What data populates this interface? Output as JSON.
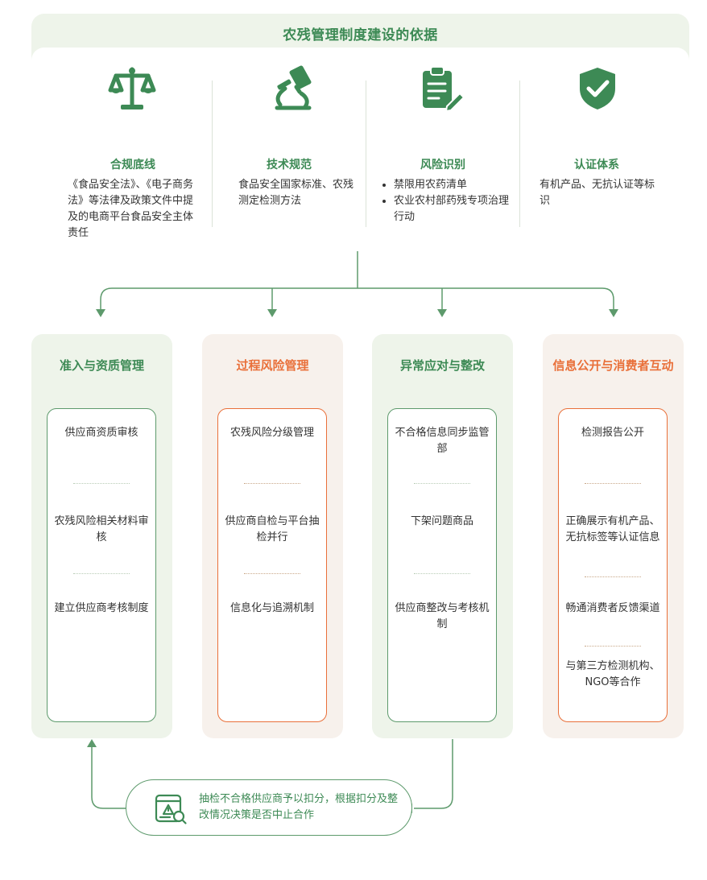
{
  "header": {
    "title": "农残管理制度建设的依据"
  },
  "basis": [
    {
      "icon": "scales-icon",
      "title": "合规底线",
      "text": "《食品安全法》、《电子商务法》等法律及政策文件中提及的电商平台食品安全主体责任"
    },
    {
      "icon": "microscope-icon",
      "title": "技术规范",
      "text": "食品安全国家标准、农残测定检测方法"
    },
    {
      "icon": "clipboard-icon",
      "title": "风险识别",
      "bullets": [
        "禁限用农药清单",
        "农业农村部药残专项治理行动"
      ]
    },
    {
      "icon": "shield-check-icon",
      "title": "认证体系",
      "text": "有机产品、无抗认证等标识"
    }
  ],
  "cards": [
    {
      "title": "准入与资质管理",
      "theme": "green",
      "items": [
        "供应商资质审核",
        "农残风险相关材料审核",
        "建立供应商考核制度"
      ]
    },
    {
      "title": "过程风险管理",
      "theme": "orange",
      "items": [
        "农残风险分级管理",
        "供应商自检与平台抽检并行",
        "信息化与追溯机制"
      ]
    },
    {
      "title": "异常应对与整改",
      "theme": "green",
      "items": [
        "不合格信息同步监管部",
        "下架问题商品",
        "供应商整改与考核机制"
      ]
    },
    {
      "title": "信息公开与消费者互动",
      "theme": "orange",
      "items": [
        "检测报告公开",
        "正确展示有机产品、无抗标签等认证信息",
        "畅通消费者反馈渠道",
        "与第三方检测机构、NGO等合作"
      ]
    }
  ],
  "footer": {
    "icon": "inspection-report-icon",
    "text": "抽检不合格供应商予以扣分，根据扣分及整改情况决策是否中止合作"
  },
  "colors": {
    "green": "#3d8a55",
    "orange": "#e9703a",
    "green_bg": "#eef4ea",
    "orange_bg": "#f7f1ec"
  }
}
